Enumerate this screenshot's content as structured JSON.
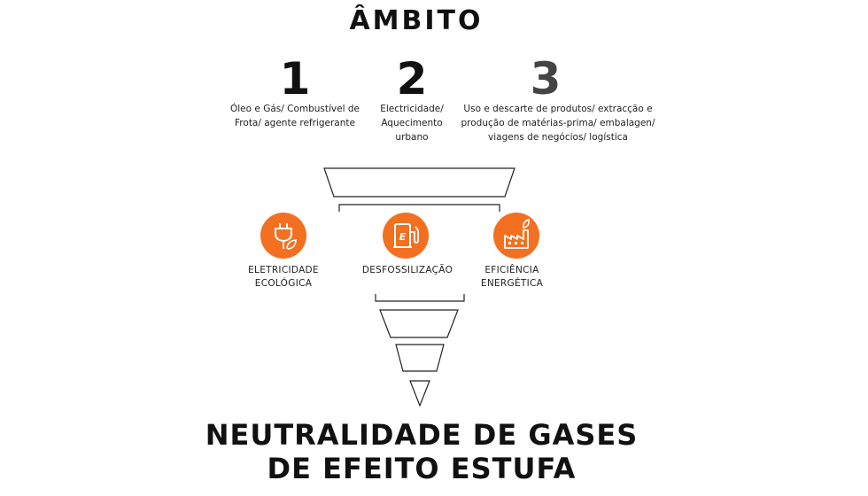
{
  "title": "ÂMBITO",
  "scopes": [
    {
      "number": "1",
      "line1": "Óleo e Gás/ Combustível de",
      "line2": "Frota/ agente refrigerante",
      "line3": ""
    },
    {
      "number": "2",
      "line1": "Electricidade/",
      "line2": "Aquecimento",
      "line3": "urbano"
    },
    {
      "number": "3",
      "line1": "Uso e descarte de produtos/ extracção e",
      "line2": "produção de matérias-prima/ embalagen/",
      "line3": "viagens de negócios/ logística"
    }
  ],
  "levers": [
    {
      "icon": "plug-leaf-icon",
      "line1": "ELETRICIDADE",
      "line2": "ECOLÓGICA"
    },
    {
      "icon": "fuel-pump-icon",
      "line1": "DESFOSSILIZAÇÃO",
      "line2": ""
    },
    {
      "icon": "factory-leaf-icon",
      "line1": "EFICIÊNCIA",
      "line2": "ENERGÉTICA"
    }
  ],
  "goal": {
    "line1": "NEUTRALIDADE DE GASES",
    "line2": "DE EFEITO ESTUFA"
  },
  "colors": {
    "accent": "#f37021",
    "text": "#111111",
    "scope3_number": "#444444"
  }
}
